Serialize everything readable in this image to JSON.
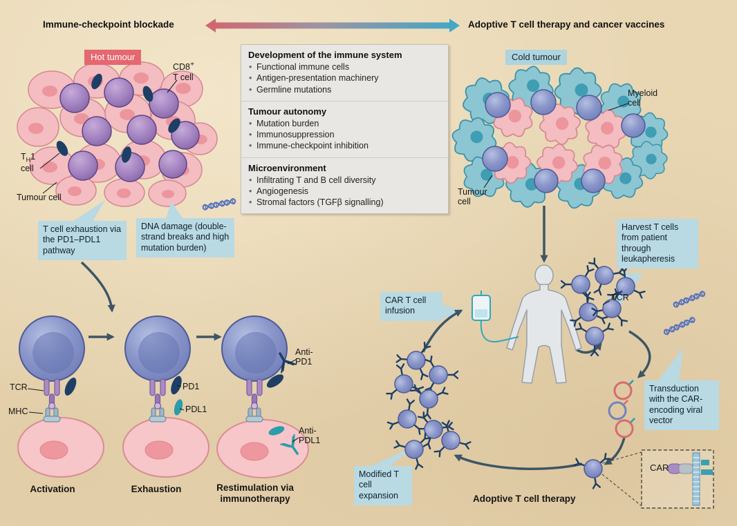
{
  "titles": {
    "left": "Immune-checkpoint blockade",
    "right": "Adoptive T cell therapy and cancer vaccines"
  },
  "tags": {
    "hot": "Hot tumour",
    "cold": "Cold tumour"
  },
  "hot_cluster": {
    "cd8_base": "CD8",
    "cd8_sup": "+",
    "cd8_line2": "T cell",
    "th_base": "T",
    "th_sub": "H",
    "th_num": "1",
    "th_line2": "cell",
    "tumour_cell": "Tumour cell"
  },
  "cold_cluster": {
    "myeloid_line1": "Myeloid",
    "myeloid_line2": "cell",
    "tumour_line1": "Tumour",
    "tumour_line2": "cell"
  },
  "info_box": {
    "sections": [
      {
        "title": "Development of the immune system",
        "items": [
          "Functional immune cells",
          "Antigen-presentation machinery",
          "Germline mutations"
        ]
      },
      {
        "title": "Tumour autonomy",
        "items": [
          "Mutation burden",
          "Immunosuppression",
          "Immune-checkpoint inhibition"
        ]
      },
      {
        "title": "Microenvironment",
        "items": [
          "Infiltrating T and B cell diversity",
          "Angiogenesis",
          "Stromal factors (TGFβ signalling)"
        ]
      }
    ]
  },
  "callouts": {
    "exhaustion": "T cell exhaustion via the PD1–PDL1 pathway",
    "dna_damage": "DNA damage (double-strand breaks and high mutation burden)",
    "harvest": "Harvest T cells from patient through leukapheresis",
    "infusion": "CAR T cell infusion",
    "transduction": "Transduction with the CAR-encoding viral vector",
    "expansion": "Modified T cell expansion"
  },
  "stage_labels": {
    "activation": "Activation",
    "exhaustion": "Exhaustion",
    "restim_line1": "Restimulation via",
    "restim_line2": "immunotherapy"
  },
  "receptor_labels": {
    "tcr": "TCR",
    "mhc": "MHC",
    "pd1": "PD1",
    "pdl1": "PDL1",
    "anti_pd1_1": "Anti-",
    "anti_pd1_2": "PD1",
    "anti_pdl1_1": "Anti-",
    "anti_pdl1_2": "PDL1"
  },
  "cycle": {
    "tcr": "TCR",
    "car": "CAR",
    "adoptive": "Adoptive T cell therapy"
  },
  "colors": {
    "background": "#e9d7b4",
    "hot_accent": "#e5676f",
    "cold_accent": "#aed4de",
    "callout_bg": "#b9d9e3",
    "gradient_left": "#d4646c",
    "gradient_right": "#3fa8c8",
    "navy": "#1d3f66",
    "teal": "#2d9cab",
    "purple_cell": "#a585c2",
    "blue_cell": "#8b97ca",
    "pink_cell": "#f3bdc1",
    "myeloid_cell": "#8cc6d2"
  }
}
